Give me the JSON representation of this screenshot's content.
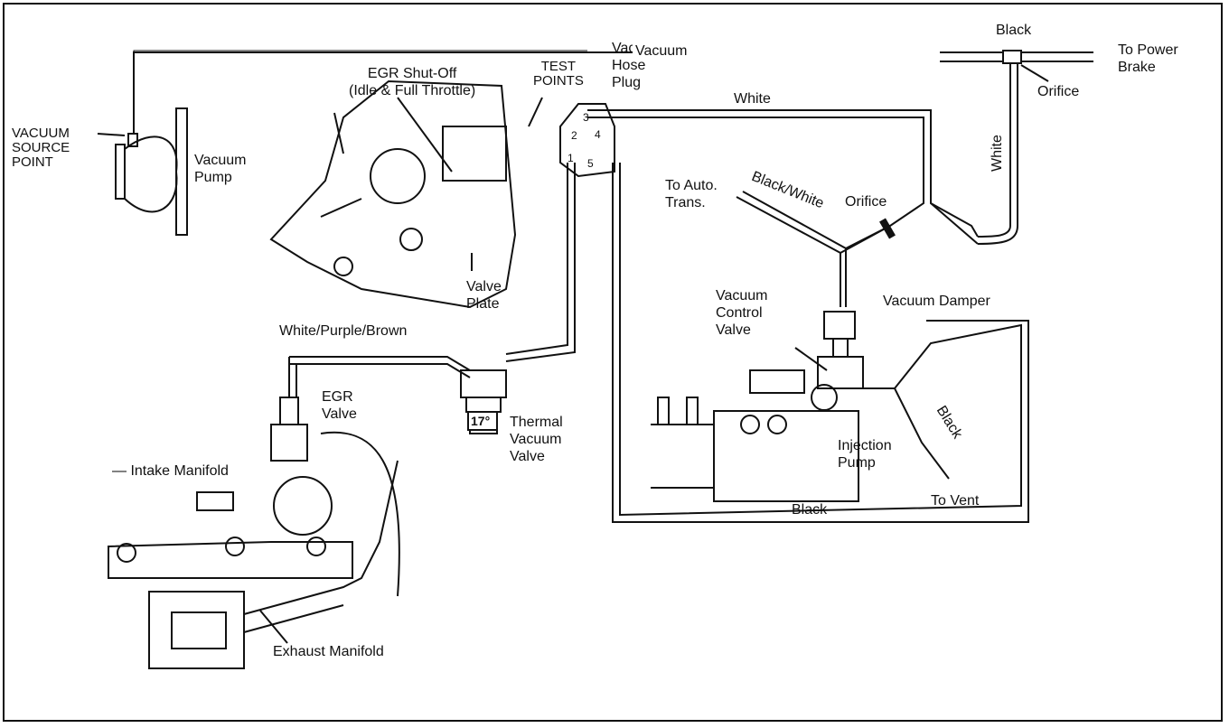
{
  "labels": {
    "vacuum_source_point": "VACUUM\nSOURCE\nPOINT",
    "vacuum_pump": "Vacuum\nPump",
    "egr_shutoff": "EGR Shut-Off\n(Idle & Full Throttle)",
    "test_points": "TEST\nPOINTS",
    "vacuum_hose_plug": "Vacuum\nHose\nPlug",
    "vacuum_line": "Vacuum",
    "black_top": "Black",
    "to_power_brake": "To Power\nBrake",
    "orifice_top": "Orifice",
    "white_top": "White",
    "white_vertical": "White",
    "to_auto_trans": "To Auto.\nTrans.",
    "black_white": "Black/White",
    "orifice_mid": "Orifice",
    "valve_plate": "Valve\nPlate",
    "vacuum_control_valve": "Vacuum\nControl\nValve",
    "vacuum_damper": "Vacuum Damper",
    "white_purple_brown": "White/Purple/Brown",
    "egr_valve": "EGR\nValve",
    "thermal_vacuum_valve": "Thermal\nVacuum\nValve",
    "thermal_temp": "17°",
    "injection_pump": "Injection\nPump",
    "black_diag": "Black",
    "intake_manifold": "— Intake Manifold",
    "to_vent": "To Vent",
    "black_bottom": "Black",
    "exhaust_manifold": "Exhaust Manifold"
  },
  "plug_numbers": [
    "1",
    "2",
    "3",
    "4",
    "5"
  ],
  "colors": {
    "ink": "#111111",
    "paper": "#ffffff"
  }
}
